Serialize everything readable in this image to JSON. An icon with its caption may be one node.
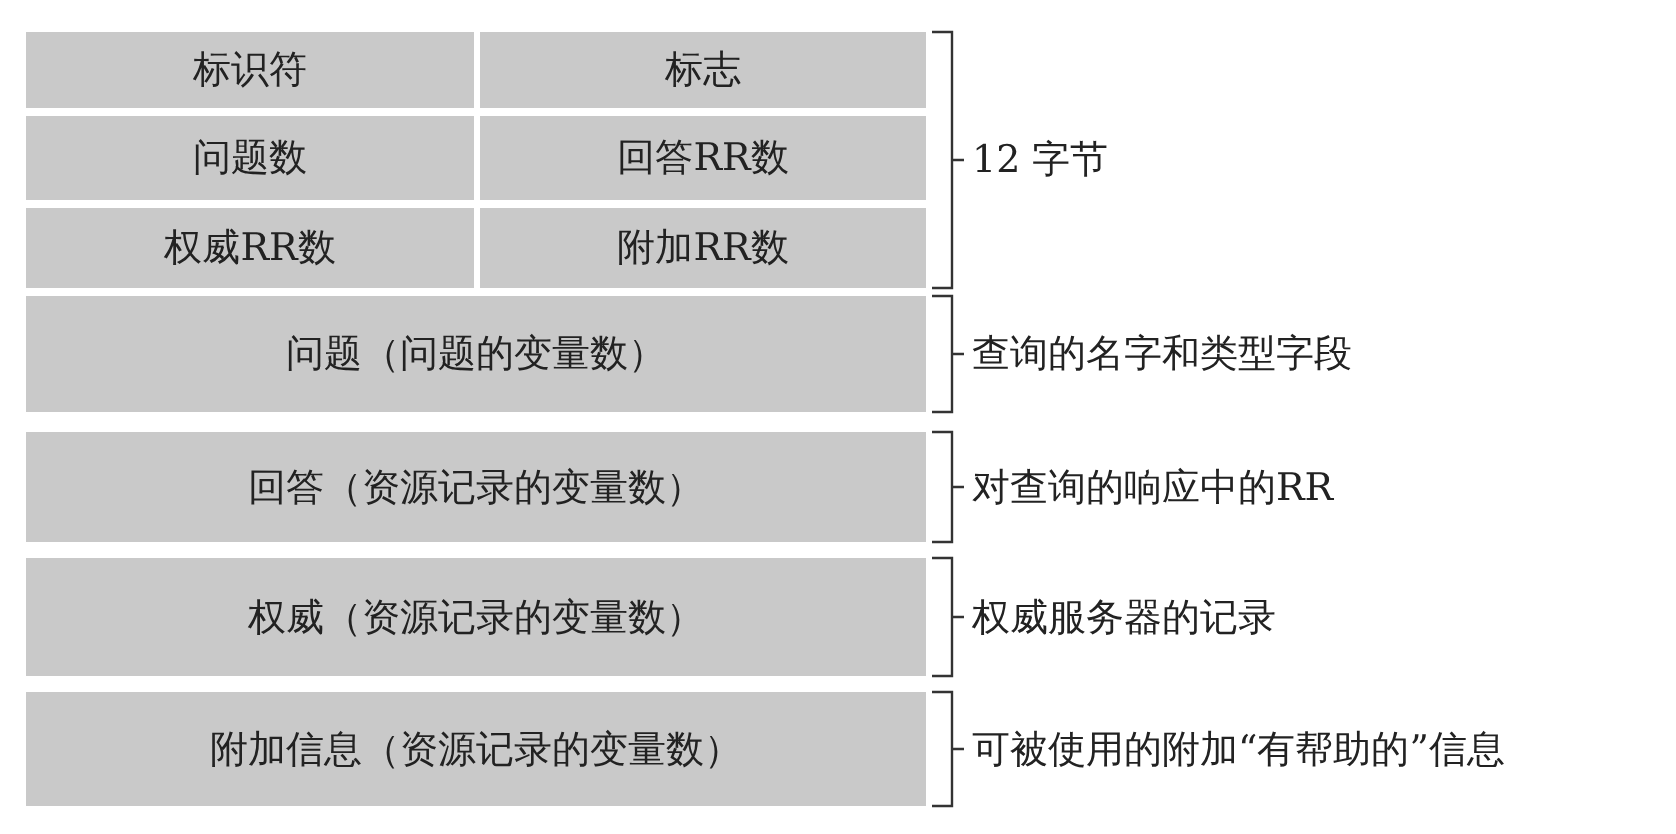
{
  "diagram": {
    "nodes": [
      {
        "text": [
          "标识符"
        ]
      },
      {
        "text": [
          "标志"
        ]
      },
      {
        "text": [
          "问题数"
        ]
      },
      {
        "text": [
          "回答RR数"
        ]
      },
      {
        "text": [
          "权威RR数"
        ]
      },
      {
        "text": [
          "附加RR数"
        ]
      },
      {
        "text": [
          "问题（问题的变量数）"
        ]
      },
      {
        "text": [
          "回答（资源记录的变量数）"
        ]
      },
      {
        "text": [
          "权威（资源记录的变量数）"
        ]
      },
      {
        "text": [
          "附加信息（资源记录的变量数）"
        ]
      }
    ],
    "labels": [
      "12 字节",
      "查询的名字和类型字段",
      "对查询的响应中的RR",
      "权威服务器的记录",
      "可被使用的附加“有帮助的”信息"
    ]
  }
}
